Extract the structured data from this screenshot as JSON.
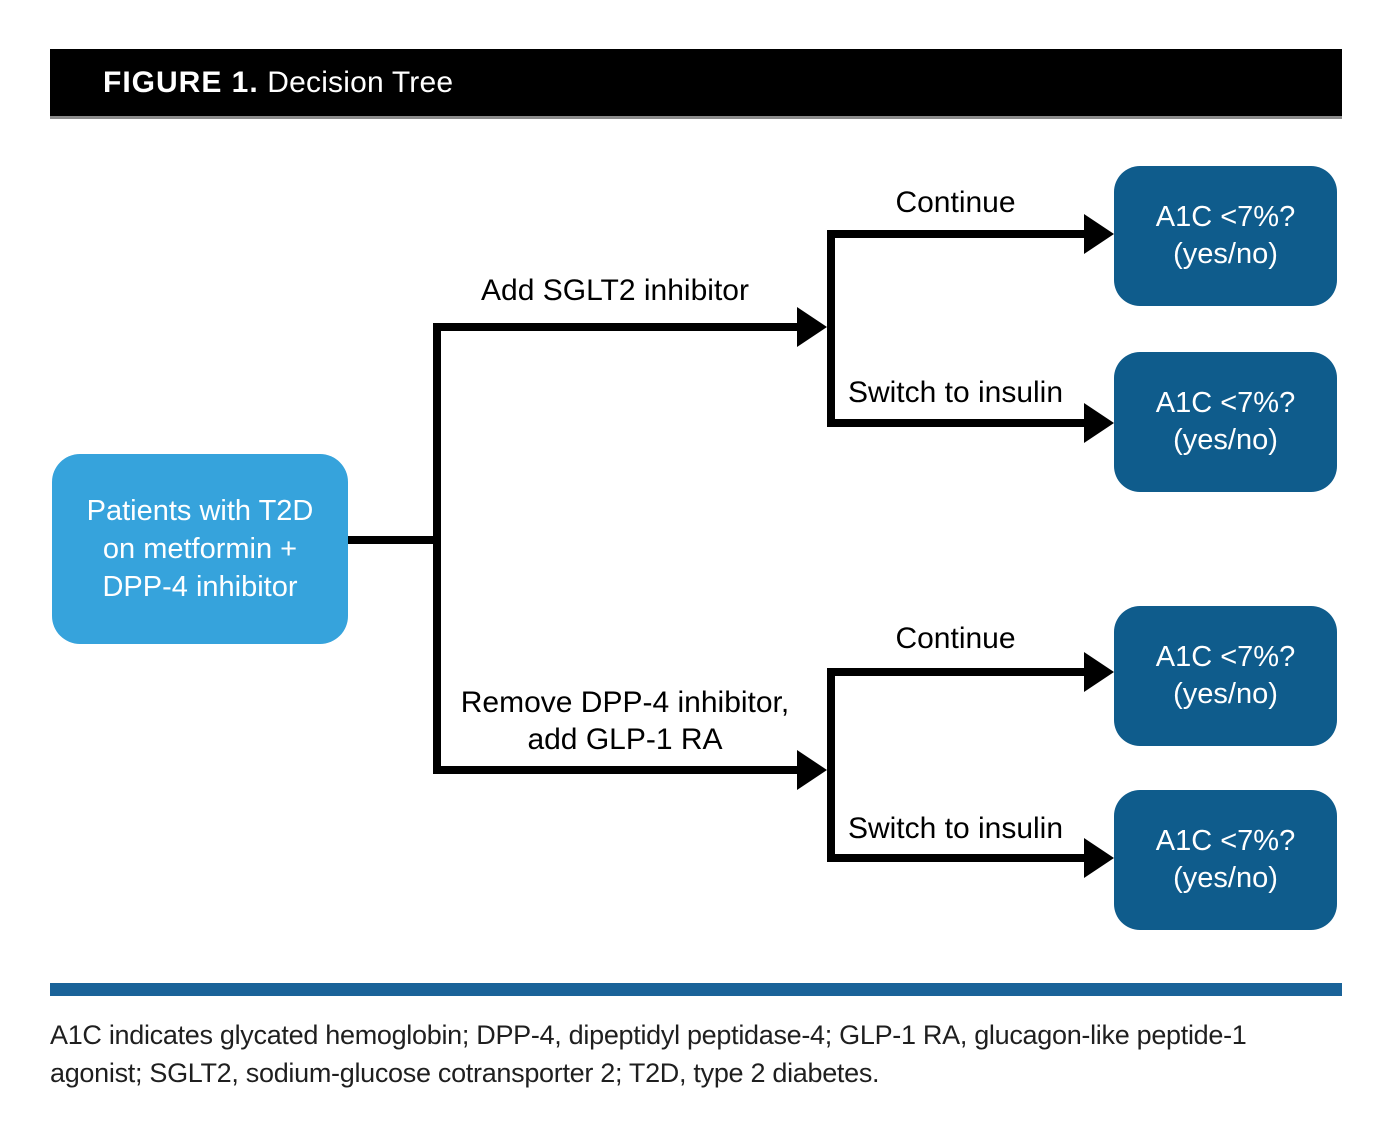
{
  "colors": {
    "header_bg": "#000000",
    "header_text": "#FFFFFF",
    "root_box": "#36A3DC",
    "outcome_box": "#0F5C8C",
    "divider": "#1A6399",
    "line": "#000000",
    "label_text": "#000000",
    "footnote_text": "#1F1F1F"
  },
  "header": {
    "label_bold": "FIGURE 1.",
    "label_rest": " Decision Tree"
  },
  "tree": {
    "root": {
      "lines": [
        "Patients with T2D",
        "on metformin +",
        "DPP-4 inhibitor"
      ]
    },
    "branches": [
      {
        "label_lines": [
          "Add SGLT2 inhibitor"
        ],
        "options": [
          {
            "label": "Continue",
            "outcome_lines": [
              "A1C <7%?",
              "(yes/no)"
            ]
          },
          {
            "label": "Switch to insulin",
            "outcome_lines": [
              "A1C <7%?",
              "(yes/no)"
            ]
          }
        ]
      },
      {
        "label_lines": [
          "Remove DPP-4 inhibitor,",
          "add GLP-1 RA"
        ],
        "options": [
          {
            "label": "Continue",
            "outcome_lines": [
              "A1C <7%?",
              "(yes/no)"
            ]
          },
          {
            "label": "Switch to insulin",
            "outcome_lines": [
              "A1C <7%?",
              "(yes/no)"
            ]
          }
        ]
      }
    ]
  },
  "footnote": {
    "lines": [
      "A1C indicates glycated hemoglobin; DPP-4, dipeptidyl peptidase-4; GLP-1 RA, glucagon-like peptide-1",
      "agonist; SGLT2, sodium-glucose cotransporter 2; T2D, type 2 diabetes."
    ]
  }
}
